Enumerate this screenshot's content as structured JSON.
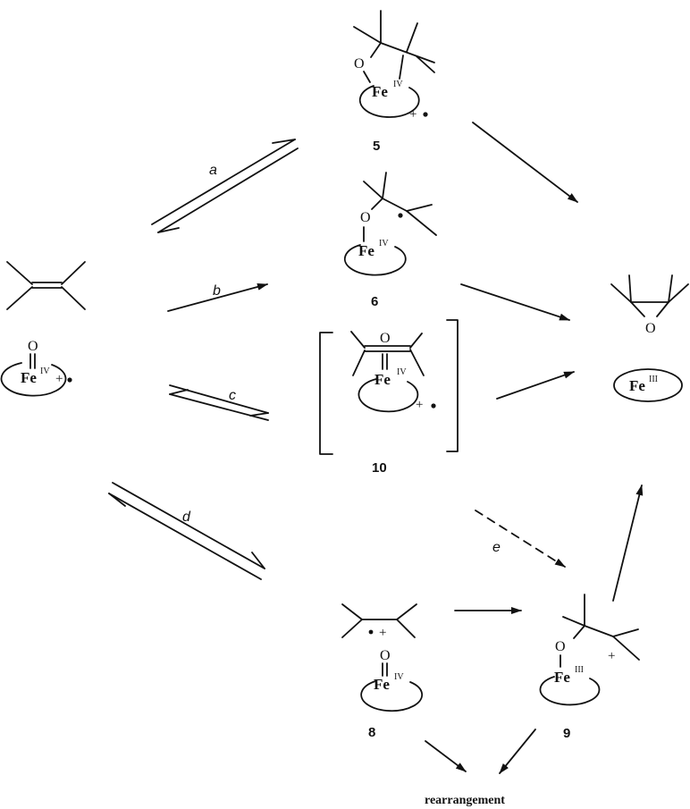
{
  "elements": {
    "iron": "Fe",
    "oxygen": "O",
    "ox_iv": "IV",
    "ox_iii": "III",
    "plus": "+",
    "cation_radical": "+•"
  },
  "compounds": {
    "c5": "5",
    "c6": "6",
    "c8": "8",
    "c9": "9",
    "c10": "10"
  },
  "pathways": {
    "a": "a",
    "b": "b",
    "c": "c",
    "d": "d",
    "e": "e"
  },
  "products": {
    "rearrangement": "rearrangement"
  }
}
